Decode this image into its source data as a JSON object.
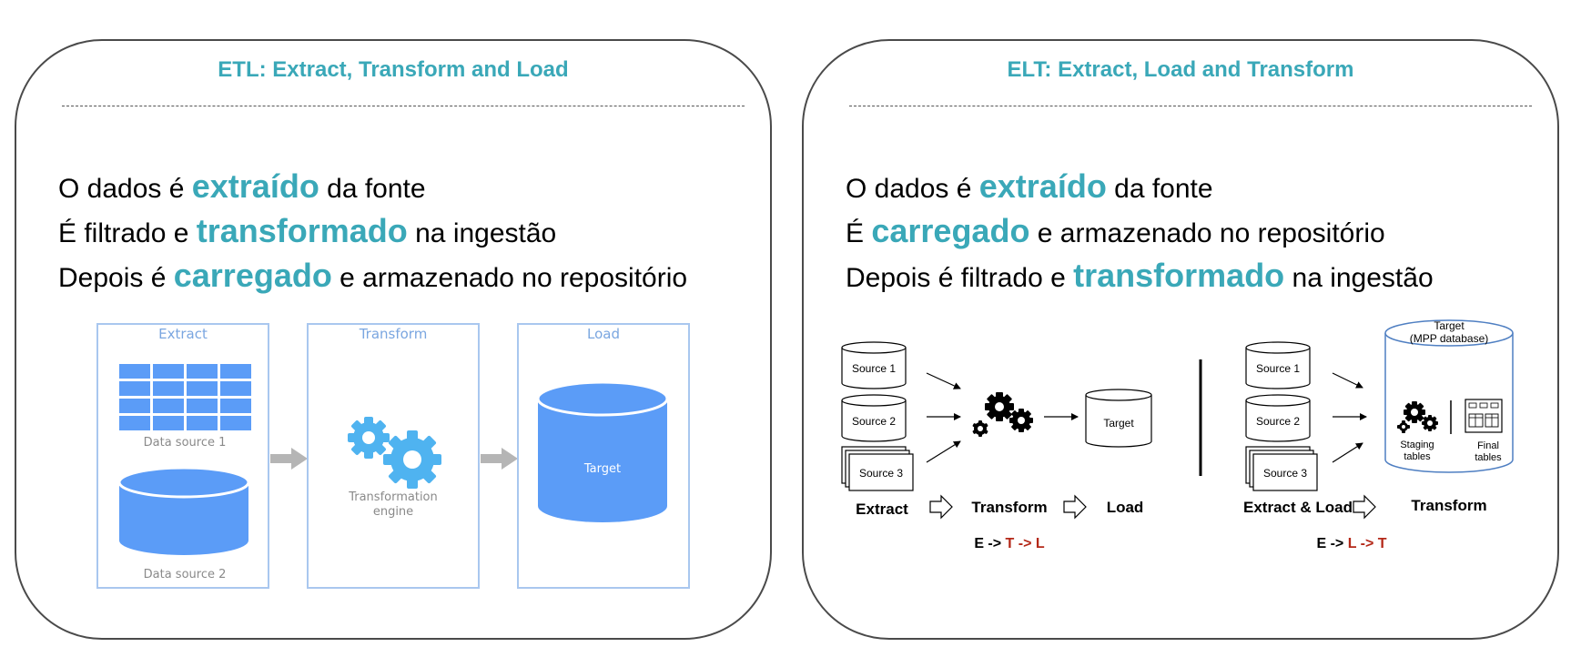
{
  "etl": {
    "title": "ETL: Extract, Transform and Load",
    "lines": [
      {
        "pre": "O dados é ",
        "hl": "extraído",
        "post": " da fonte"
      },
      {
        "pre": "É filtrado e ",
        "hl": "transformado",
        "post": " na ingestão"
      },
      {
        "pre": "Depois é ",
        "hl": "carregado",
        "post": " e armazenado no repositório"
      }
    ],
    "diagram": {
      "extract_label": "Extract",
      "transform_label": "Transform",
      "load_label": "Load",
      "data_source_1": "Data source 1",
      "data_source_2": "Data source 2",
      "engine_line1": "Transformation",
      "engine_line2": "engine",
      "target": "Target"
    }
  },
  "elt": {
    "title": "ELT: Extract, Load and Transform",
    "lines": [
      {
        "pre": "O dados é ",
        "hl": "extraído",
        "post": " da fonte"
      },
      {
        "pre": "É ",
        "hl": "carregado",
        "post": " e armazenado no repositório"
      },
      {
        "pre": "Depois é filtrado e ",
        "hl": "transformado",
        "post": " na ingestão"
      }
    ],
    "left_flow": {
      "sources": [
        "Source 1",
        "Source 2",
        "Source 3"
      ],
      "target": "Target",
      "steps": [
        "Extract",
        "Transform",
        "Load"
      ],
      "formula": {
        "e": "E ->",
        "rest": " T -> L"
      }
    },
    "right_flow": {
      "sources": [
        "Source 1",
        "Source 2",
        "Source 3"
      ],
      "target_line1": "Target",
      "target_line2": "(MPP database)",
      "staging_line1": "Staging",
      "staging_line2": "tables",
      "final_line1": "Final",
      "final_line2": "tables",
      "steps": [
        "Extract & Load",
        "Transform"
      ],
      "formula": {
        "e": "E ->",
        "rest": " L -> T"
      }
    }
  },
  "colors": {
    "accent_teal": "#3aa8b8",
    "diagram_blue": "#5b9cf7",
    "formula_red": "#b42818"
  }
}
